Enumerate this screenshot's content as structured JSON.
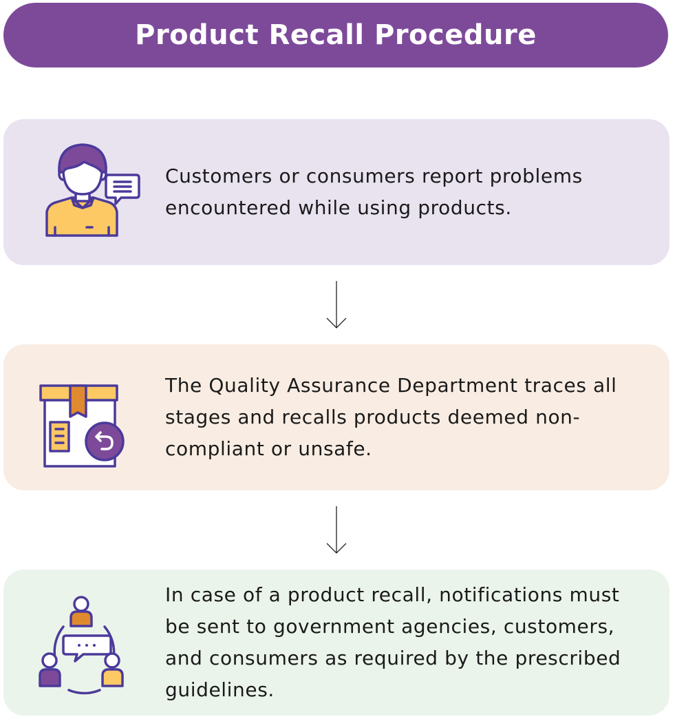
{
  "title": "Product Recall Procedure",
  "colors": {
    "title_bg": "#7d4a9a",
    "card1_bg": "#e9e3f0",
    "card2_bg": "#f9ede3",
    "card3_bg": "#ebf4ea",
    "stroke": "#4b3a9a",
    "yellow": "#fdc965",
    "orange": "#e08a30"
  },
  "steps": [
    {
      "icon": "customer-report-icon",
      "text": "Customers or consumers report problems encountered while using products."
    },
    {
      "icon": "product-return-box-icon",
      "text": "The Quality Assurance Department traces all stages and recalls products deemed non-compliant or unsafe."
    },
    {
      "icon": "communication-network-icon",
      "text": "In case of a product recall, notifications must be sent to government agencies, customers, and consumers as required by the prescribed guidelines."
    }
  ]
}
